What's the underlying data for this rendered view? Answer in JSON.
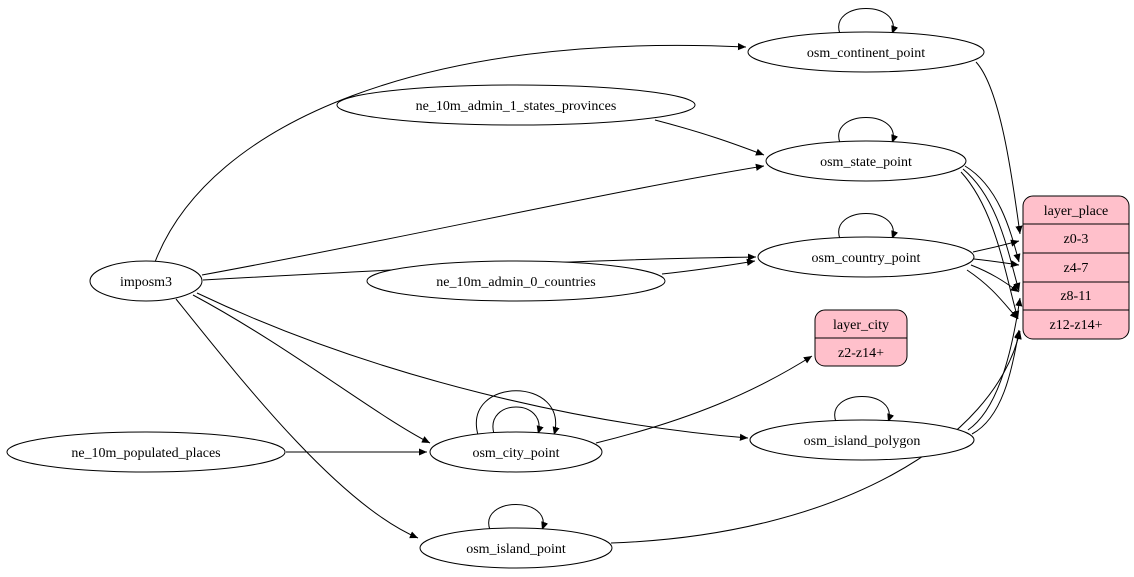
{
  "diagram": {
    "type": "graphviz-digraph",
    "background": "#ffffff",
    "nodes": {
      "imposm3": "imposm3",
      "ne_10m_admin_1_states_provinces": "ne_10m_admin_1_states_provinces",
      "ne_10m_admin_0_countries": "ne_10m_admin_0_countries",
      "ne_10m_populated_places": "ne_10m_populated_places",
      "osm_continent_point": "osm_continent_point",
      "osm_state_point": "osm_state_point",
      "osm_country_point": "osm_country_point",
      "osm_city_point": "osm_city_point",
      "osm_island_polygon": "osm_island_polygon",
      "osm_island_point": "osm_island_point"
    },
    "records": {
      "layer_city": {
        "title": "layer_city",
        "rows": [
          "z2-z14+"
        ]
      },
      "layer_place": {
        "title": "layer_place",
        "rows": [
          "z0-3",
          "z4-7",
          "z8-11",
          "z12-z14+"
        ]
      }
    },
    "colors": {
      "record_fill": "#ffc0cb",
      "node_fill": "#ffffff",
      "stroke": "#000000"
    },
    "edges": [
      {
        "from": "imposm3",
        "to": "osm_continent_point"
      },
      {
        "from": "imposm3",
        "to": "osm_state_point"
      },
      {
        "from": "imposm3",
        "to": "osm_country_point"
      },
      {
        "from": "imposm3",
        "to": "osm_city_point"
      },
      {
        "from": "imposm3",
        "to": "osm_island_polygon"
      },
      {
        "from": "imposm3",
        "to": "osm_island_point"
      },
      {
        "from": "ne_10m_admin_1_states_provinces",
        "to": "osm_state_point"
      },
      {
        "from": "ne_10m_admin_0_countries",
        "to": "osm_country_point"
      },
      {
        "from": "ne_10m_populated_places",
        "to": "osm_city_point"
      },
      {
        "from": "osm_continent_point",
        "to": "osm_continent_point"
      },
      {
        "from": "osm_state_point",
        "to": "osm_state_point"
      },
      {
        "from": "osm_country_point",
        "to": "osm_country_point"
      },
      {
        "from": "osm_city_point",
        "to": "osm_city_point"
      },
      {
        "from": "osm_city_point",
        "to": "osm_city_point"
      },
      {
        "from": "osm_island_polygon",
        "to": "osm_island_polygon"
      },
      {
        "from": "osm_island_point",
        "to": "osm_island_point"
      },
      {
        "from": "osm_city_point",
        "to": "layer_city:z2-z14+"
      },
      {
        "from": "osm_continent_point",
        "to": "layer_place:z0-3"
      },
      {
        "from": "osm_state_point",
        "to": "layer_place:z4-7"
      },
      {
        "from": "osm_state_point",
        "to": "layer_place:z8-11"
      },
      {
        "from": "osm_state_point",
        "to": "layer_place:z12-z14+"
      },
      {
        "from": "osm_country_point",
        "to": "layer_place:z0-3"
      },
      {
        "from": "osm_country_point",
        "to": "layer_place:z4-7"
      },
      {
        "from": "osm_country_point",
        "to": "layer_place:z8-11"
      },
      {
        "from": "osm_country_point",
        "to": "layer_place:z12-z14+"
      },
      {
        "from": "osm_island_polygon",
        "to": "layer_place:z8-11"
      },
      {
        "from": "osm_island_polygon",
        "to": "layer_place:z12-z14+"
      },
      {
        "from": "osm_island_point",
        "to": "layer_place:z12-z14+"
      }
    ]
  }
}
